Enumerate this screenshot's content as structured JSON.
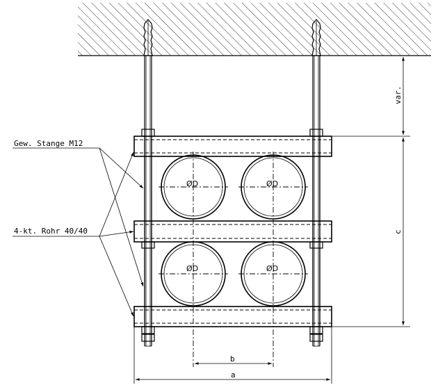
{
  "labels": {
    "threaded_rod": "Gew. Stange M12",
    "square_tube": "4-kt. Rohr 40/40",
    "pipe_diameter": "ØD",
    "dim_var": "var.",
    "dim_c": "c",
    "dim_b": "b",
    "dim_a": "a"
  }
}
